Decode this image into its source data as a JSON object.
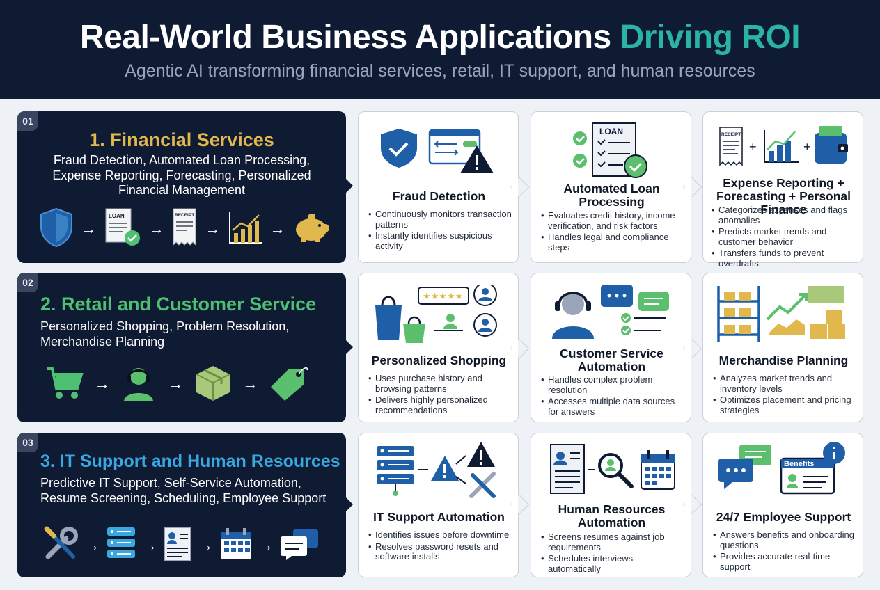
{
  "header": {
    "title_main": "Real-World Business Applications",
    "title_accent": "Driving ROI",
    "subtitle": "Agentic AI transforming financial services, retail, IT support, and human resources"
  },
  "sections": [
    {
      "number": "01",
      "title": "1. Financial Services",
      "description": "Fraud Detection, Automated Loan Processing, Expense Reporting, Forecasting, Personalized Financial Management",
      "icons": [
        "shield-icon",
        "loan-document-icon",
        "receipt-icon",
        "growth-chart-icon",
        "piggy-bank-icon"
      ],
      "icon_labels": [
        "LOAN",
        "RECEIPT"
      ],
      "cards": [
        {
          "title": "Fraud Detection",
          "icon": "shield-alert-icon",
          "bullets": [
            "Continuously monitors transaction patterns",
            "Instantly identifies suspicious activity"
          ]
        },
        {
          "title": "Automated Loan Processing",
          "icon": "loan-checklist-icon",
          "icon_label": "LOAN",
          "bullets": [
            "Evaluates credit history, income verification, and risk factors",
            "Handles legal and compliance steps"
          ]
        },
        {
          "title": "Expense Reporting + Forecasting + Personal Finance",
          "icon": "receipt-chart-wallet-icon",
          "icon_label": "RECEIPT",
          "bullets": [
            "Categorizes expenses and flags anomalies",
            "Predicts market trends and customer behavior",
            "Transfers funds to prevent overdrafts"
          ]
        }
      ]
    },
    {
      "number": "02",
      "title": "2. Retail and Customer Service",
      "description": "Personalized Shopping, Problem Resolution, Merchandise Planning",
      "icons": [
        "shopping-cart-icon",
        "headset-agent-icon",
        "package-box-icon",
        "price-tag-icon"
      ],
      "cards": [
        {
          "title": "Personalized Shopping",
          "icon": "shopping-bags-reviews-icon",
          "bullets": [
            "Uses purchase history and browsing patterns",
            "Delivers highly personalized recommendations"
          ]
        },
        {
          "title": "Customer Service Automation",
          "icon": "agent-chat-icon",
          "bullets": [
            "Handles complex problem resolution",
            "Accesses multiple data sources for answers"
          ]
        },
        {
          "title": "Merchandise Planning",
          "icon": "inventory-shelf-icon",
          "bullets": [
            "Analyzes market trends and inventory levels",
            "Optimizes placement and pricing strategies"
          ]
        }
      ]
    },
    {
      "number": "03",
      "title": "3. IT Support and Human Resources",
      "description": "Predictive IT Support, Self-Service Automation, Resume Screening, Scheduling, Employee Support",
      "icons": [
        "wrench-screwdriver-icon",
        "server-icon",
        "resume-icon",
        "calendar-icon",
        "chat-bubbles-icon"
      ],
      "cards": [
        {
          "title": "IT Support Automation",
          "icon": "server-alert-tools-icon",
          "bullets": [
            "Identifies issues before downtime",
            "Resolves password resets and software installs"
          ]
        },
        {
          "title": "Human Resources Automation",
          "icon": "resume-search-calendar-icon",
          "bullets": [
            "Screens resumes against job requirements",
            "Schedules interviews automatically"
          ]
        },
        {
          "title": "24/7 Employee Support",
          "icon": "benefits-chat-icon",
          "icon_label": "Benefits",
          "bullets": [
            "Answers benefits and onboarding questions",
            "Provides accurate real-time support"
          ]
        }
      ]
    }
  ],
  "colors": {
    "navy": "#0f1a33",
    "teal_accent": "#2ab3a6",
    "gold": "#e0b84e",
    "green": "#4fbf72",
    "blue": "#3aa8e0",
    "shield_blue": "#1f5fa8",
    "icon_green": "#5cbf6e"
  }
}
